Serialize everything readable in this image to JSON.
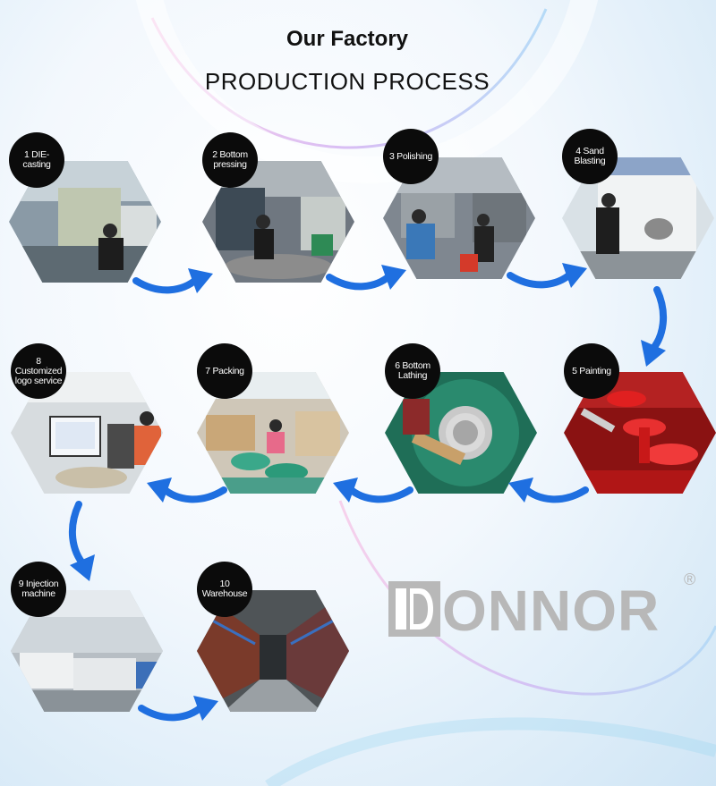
{
  "header": {
    "title": "Our Factory",
    "subtitle": "PRODUCTION PROCESS"
  },
  "steps": [
    {
      "label": "1 DIE-casting"
    },
    {
      "label": "2 Bottom pressing"
    },
    {
      "label": "3 Polishing"
    },
    {
      "label": "4 Sand Blasting"
    },
    {
      "label": "5 Painting"
    },
    {
      "label": "6 Bottom Lathing"
    },
    {
      "label": "7 Packing"
    },
    {
      "label": "8 Customized logo service"
    },
    {
      "label": "9 Injection machine"
    },
    {
      "label": "10 Warehouse"
    }
  ],
  "brand": {
    "logo_text": "ONNOR",
    "registered": "®"
  },
  "colors": {
    "arrow": "#1f6fe0",
    "badge": "#0b0b0b",
    "logo": "#b8b8b8"
  }
}
